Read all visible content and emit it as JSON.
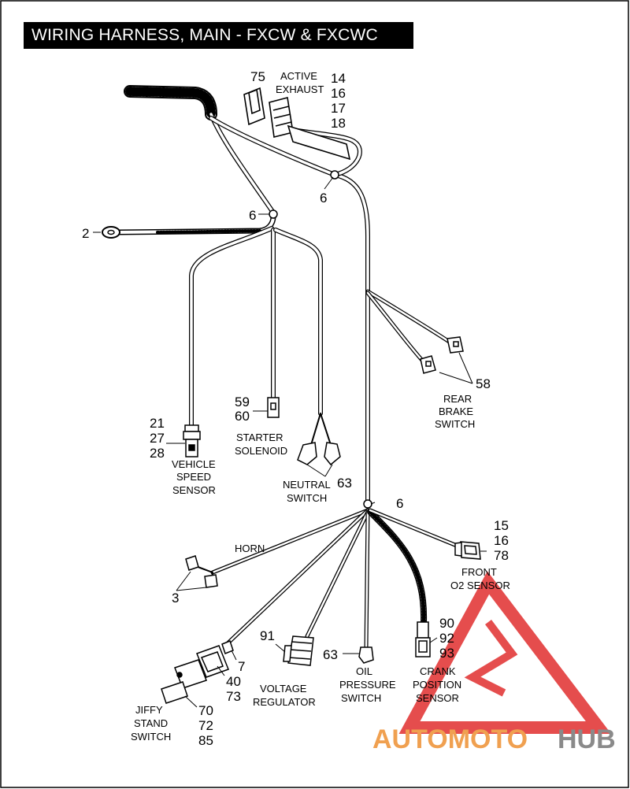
{
  "title": "WIRING HARNESS, MAIN - FXCW & FXCWC",
  "watermark": {
    "text_auto": "AUTOMOTO",
    "text_hub": "HUB",
    "colors": {
      "accent": "#f0a050",
      "logo_red": "#e23a3a",
      "hub_gray": "#8a8a8a"
    }
  },
  "callouts": {
    "c75": "75",
    "active_exhaust_label": "ACTIVE",
    "active_exhaust_label2": "EXHAUST",
    "c14": "14",
    "c16a": "16",
    "c17": "17",
    "c18": "18",
    "c6a": "6",
    "c6b": "6",
    "c6c": "6",
    "c2": "2",
    "c58": "58",
    "rear_brake_1": "REAR",
    "rear_brake_2": "BRAKE",
    "rear_brake_3": "SWITCH",
    "c59": "59",
    "c60": "60",
    "starter_1": "STARTER",
    "starter_2": "SOLENOID",
    "c21": "21",
    "c27": "27",
    "c28": "28",
    "vss_1": "VEHICLE",
    "vss_2": "SPEED",
    "vss_3": "SENSOR",
    "c63a": "63",
    "neutral_1": "NEUTRAL",
    "neutral_2": "SWITCH",
    "horn": "HORN",
    "c3": "3",
    "c15": "15",
    "c16b": "16",
    "c78": "78",
    "front_o2_1": "FRONT",
    "front_o2_2": "O2 SENSOR",
    "c91": "91",
    "c90": "90",
    "c92": "92",
    "c93": "93",
    "c7": "7",
    "c40": "40",
    "c73": "73",
    "c70": "70",
    "c72": "72",
    "c85": "85",
    "jiffy_1": "JIFFY",
    "jiffy_2": "STAND",
    "jiffy_3": "SWITCH",
    "voltage_1": "VOLTAGE",
    "voltage_2": "REGULATOR",
    "c63b": "63",
    "oil_1": "OIL",
    "oil_2": "PRESSURE",
    "oil_3": "SWITCH",
    "crank_1": "CRANK",
    "crank_2": "POSITION",
    "crank_3": "SENSOR"
  }
}
